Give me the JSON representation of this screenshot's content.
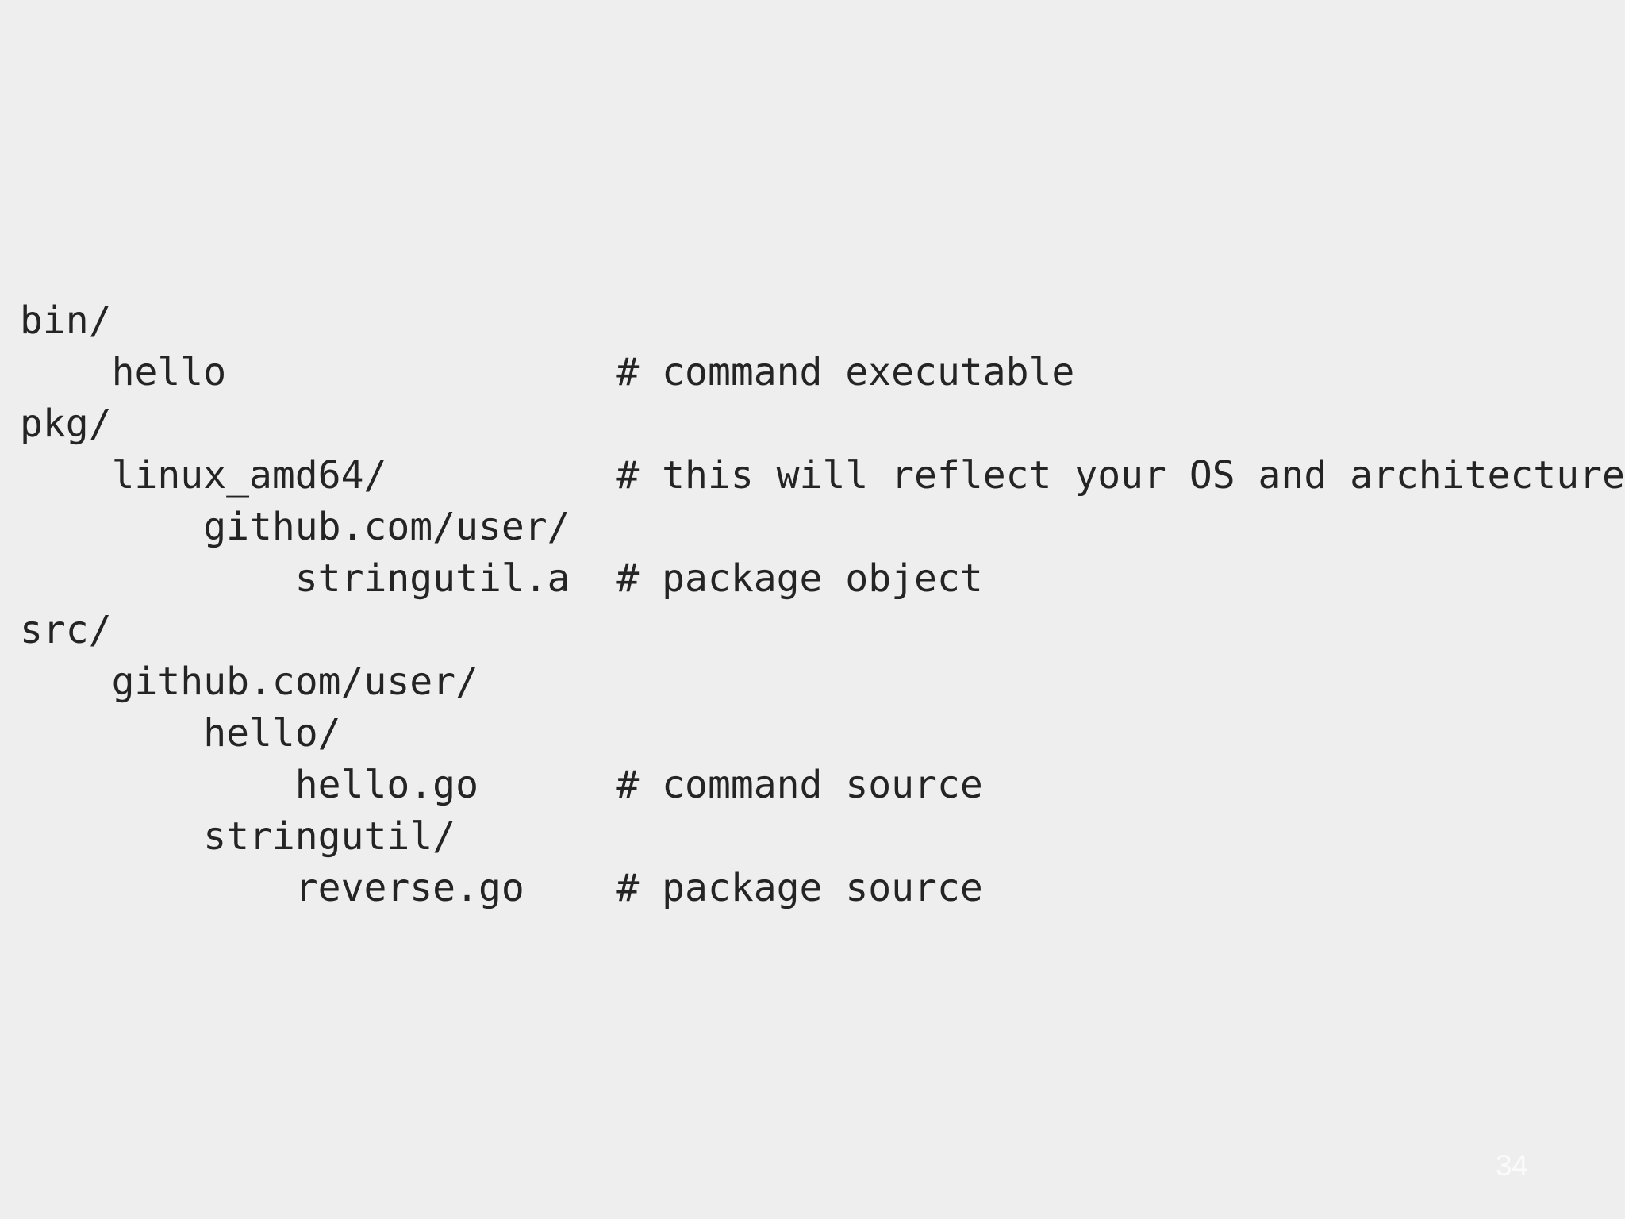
{
  "slide": {
    "background_color": "#eeeeee",
    "text_color": "#242424",
    "page_number": "34",
    "page_number_color": "#fbfbfb",
    "directory_tree": {
      "lines": [
        "bin/",
        "    hello                 # command executable",
        "pkg/",
        "    linux_amd64/          # this will reflect your OS and architecture",
        "        github.com/user/",
        "            stringutil.a  # package object",
        "src/",
        "    github.com/user/",
        "        hello/",
        "            hello.go      # command source",
        "        stringutil/",
        "            reverse.go    # package source"
      ],
      "entries": [
        {
          "path": "bin/",
          "depth": 0,
          "comment": ""
        },
        {
          "path": "hello",
          "depth": 1,
          "comment": "# command executable"
        },
        {
          "path": "pkg/",
          "depth": 0,
          "comment": ""
        },
        {
          "path": "linux_amd64/",
          "depth": 1,
          "comment": "# this will reflect your OS and architecture"
        },
        {
          "path": "github.com/user/",
          "depth": 2,
          "comment": ""
        },
        {
          "path": "stringutil.a",
          "depth": 3,
          "comment": "# package object"
        },
        {
          "path": "src/",
          "depth": 0,
          "comment": ""
        },
        {
          "path": "github.com/user/",
          "depth": 1,
          "comment": ""
        },
        {
          "path": "hello/",
          "depth": 2,
          "comment": ""
        },
        {
          "path": "hello.go",
          "depth": 3,
          "comment": "# command source"
        },
        {
          "path": "stringutil/",
          "depth": 2,
          "comment": ""
        },
        {
          "path": "reverse.go",
          "depth": 3,
          "comment": "# package source"
        }
      ]
    }
  }
}
